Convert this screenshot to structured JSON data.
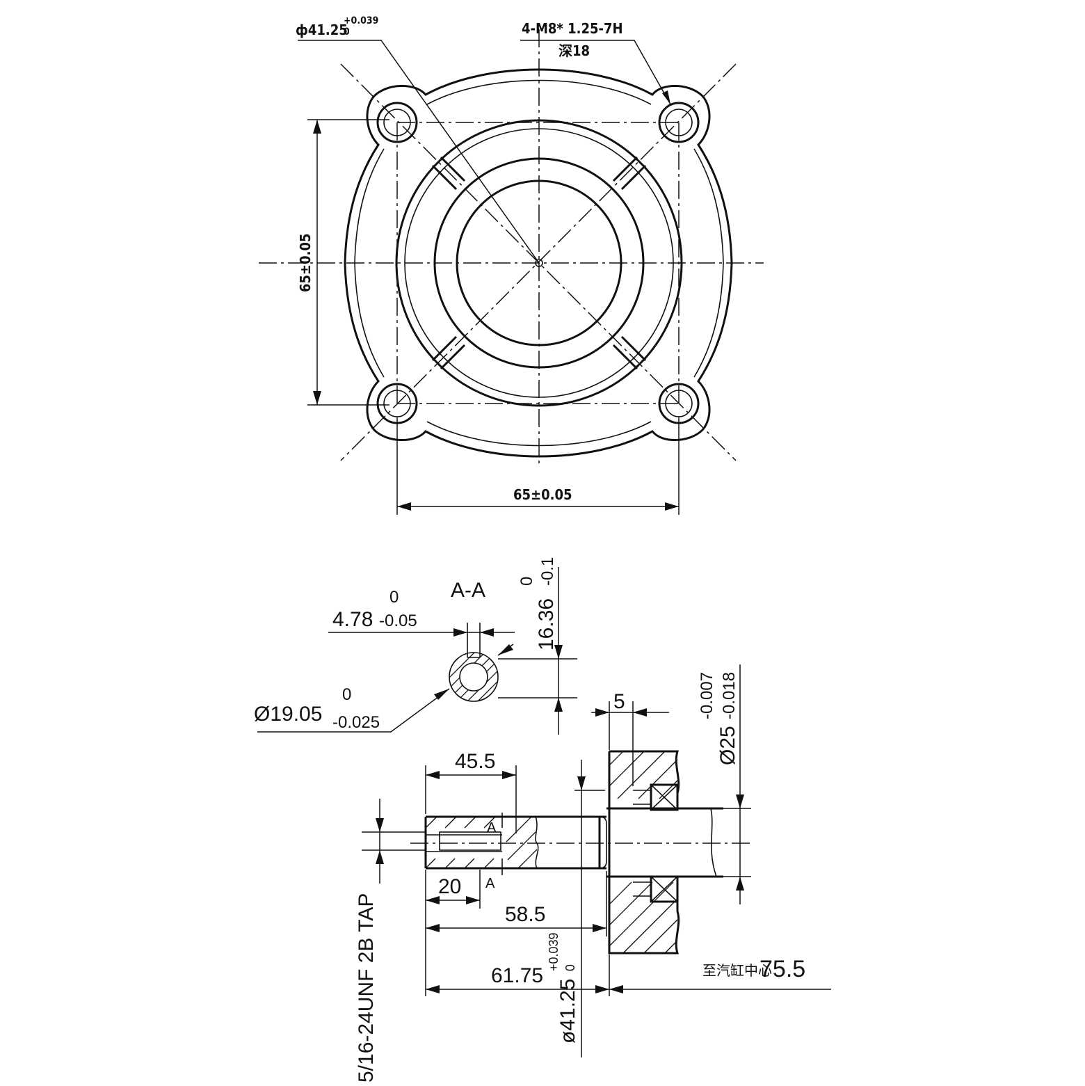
{
  "top_view": {
    "bore_diameter": "ф41.25",
    "bore_tol_upper": "+0.039",
    "bore_tol_lower": "0",
    "thread_spec": "4-M8* 1.25-7H",
    "thread_depth": "深18",
    "pitch_vertical": "65±0.05",
    "pitch_horizontal": "65±0.05"
  },
  "section_view": {
    "section_label": "A-A",
    "key_width": "4.78",
    "key_width_tol_upper": "0",
    "key_width_tol_lower": "-0.05",
    "key_depth": "16.36",
    "key_depth_tol_upper": "0",
    "key_depth_tol_lower": "-0.1",
    "shaft_diameter": "Ø19.05",
    "shaft_tol_upper": "0",
    "shaft_tol_lower": "-0.025"
  },
  "side_view": {
    "dim_45_5": "45.5",
    "dim_5": "5",
    "bearing_diameter": "Ø25",
    "bearing_tol_upper": "-0.007",
    "bearing_tol_lower": "-0.018",
    "section_mark_top": "A",
    "section_mark_bottom": "A",
    "dim_20": "20",
    "dim_58_5": "58.5",
    "dim_61_75": "61.75",
    "pilot_diameter": "ø41.25",
    "pilot_tol_upper": "+0.039",
    "pilot_tol_lower": "0",
    "cylinder_note": "至汽缸中心",
    "cylinder_distance": "75.5",
    "tap_spec": "5/16-24UNF 2B TAP"
  }
}
